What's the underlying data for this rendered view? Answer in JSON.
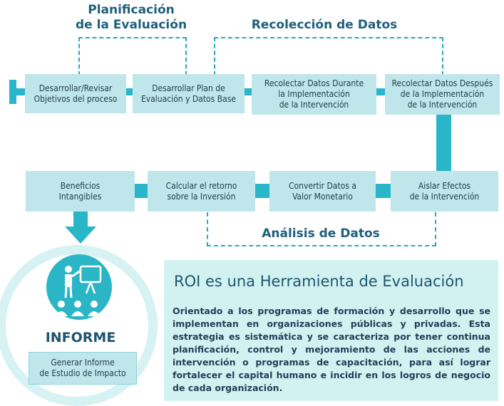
{
  "phases": {
    "planning": "Planificación\nde la Evaluación",
    "collection": "Recolección de Datos",
    "analysis": "Análisis de Datos"
  },
  "top_row": [
    "Desarrollar/Revisar\nObjetivos del proceso",
    "Desarrollar Plan de\nEvaluación y Datos Base",
    "Recolectar Datos Durante\nla Implementación\nde la Intervención",
    "Recolectar Datos Después\nde la Implementación\nde la Intervención"
  ],
  "bottom_row": [
    "Beneficios\nIntangibles",
    "Calcular el retorno\nsobre la Inversión",
    "Convertir Datos a\nValor Monetario",
    "Aislar Efectos\nde la Intervención"
  ],
  "report": {
    "title": "INFORME",
    "box_text": "Generar Informe\nde Estudio de Impacto",
    "icon": "presentation-icon"
  },
  "info": {
    "title": "ROI es una Herramienta de Evaluación",
    "text": "Orientado a los programas de formación y desarrollo que se implementan en organizaciones públicas y privadas. Esta estrategia es sistemática y se caracteriza por tener continua planificación, control y mejoramiento de las acciones de intervención o programas de capacitación, para así lograr fortalecer el capital humano e incidir en los logros de negocio de cada organización."
  },
  "colors": {
    "accent": "#2ab6c9",
    "box": "#bfe6ea",
    "title": "#1e5f7d",
    "info_bg": "#d2f2f1"
  }
}
